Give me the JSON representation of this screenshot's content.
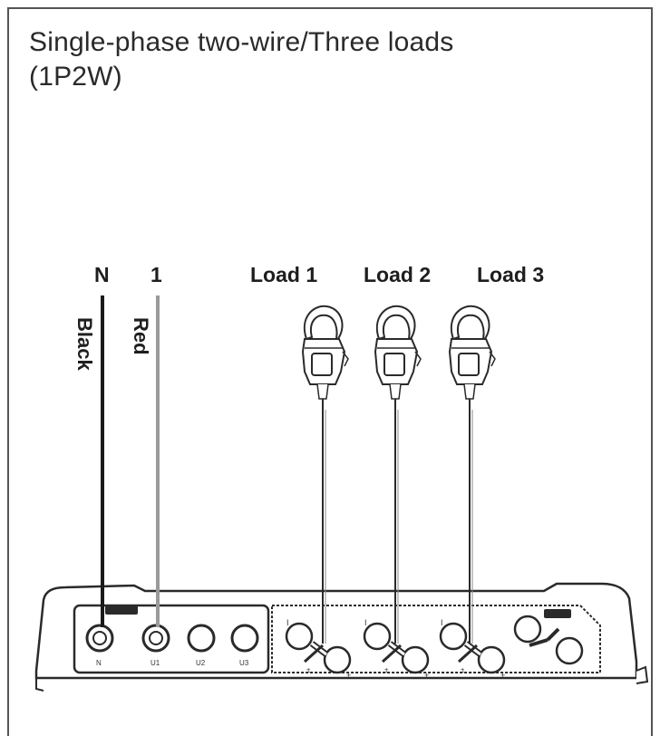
{
  "title": {
    "line1": "Single-phase two-wire/Three loads",
    "line2": "(1P2W)"
  },
  "terminals": {
    "n_label": "N",
    "one_label": "1"
  },
  "wires": {
    "black_label": "Black",
    "red_label": "Red",
    "black_color": "#1a1a1a",
    "red_color": "#9a9a9a"
  },
  "loads": [
    {
      "label": "Load 1"
    },
    {
      "label": "Load 2"
    },
    {
      "label": "Load 3"
    }
  ],
  "icons": [
    "clamp-sensor-icon",
    "voltage-terminal-icon",
    "current-input-connector-icon"
  ]
}
